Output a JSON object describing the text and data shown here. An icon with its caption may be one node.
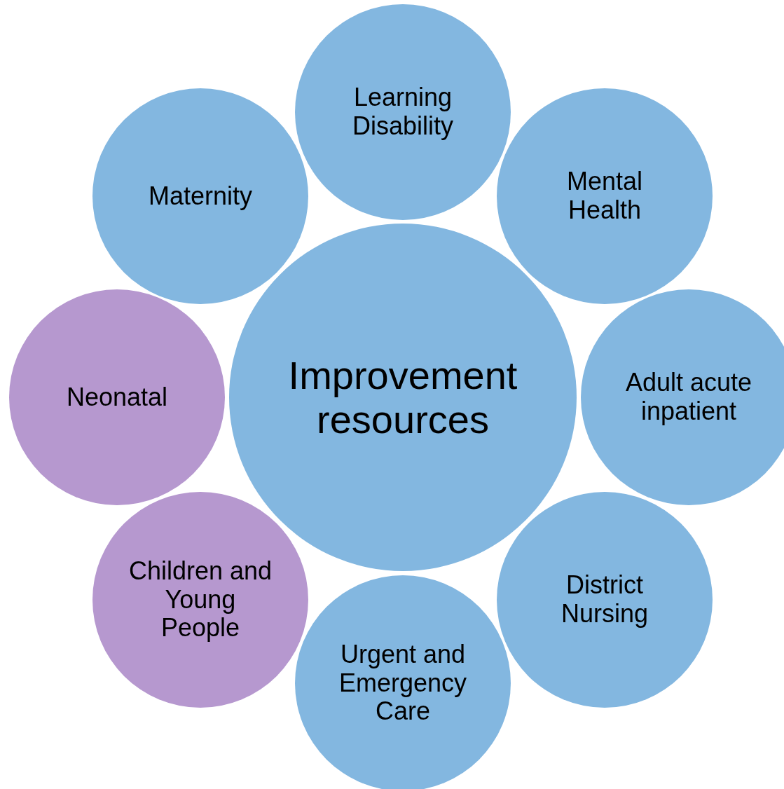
{
  "diagram": {
    "nodes": [
      {
        "text": [
          "Learning Disability"
        ]
      },
      {
        "text": [
          "Maternity"
        ]
      },
      {
        "text": [
          "Mental Health"
        ]
      },
      {
        "text": [
          "Neonatal"
        ]
      },
      {
        "text": [
          "Improvement resources"
        ]
      },
      {
        "text": [
          "Adult acute inpatient"
        ]
      },
      {
        "text": [
          "Children and Young People"
        ]
      },
      {
        "text": [
          "District Nursing"
        ]
      },
      {
        "text": [
          "Urgent and Emergency Care"
        ]
      }
    ],
    "edges": []
  }
}
